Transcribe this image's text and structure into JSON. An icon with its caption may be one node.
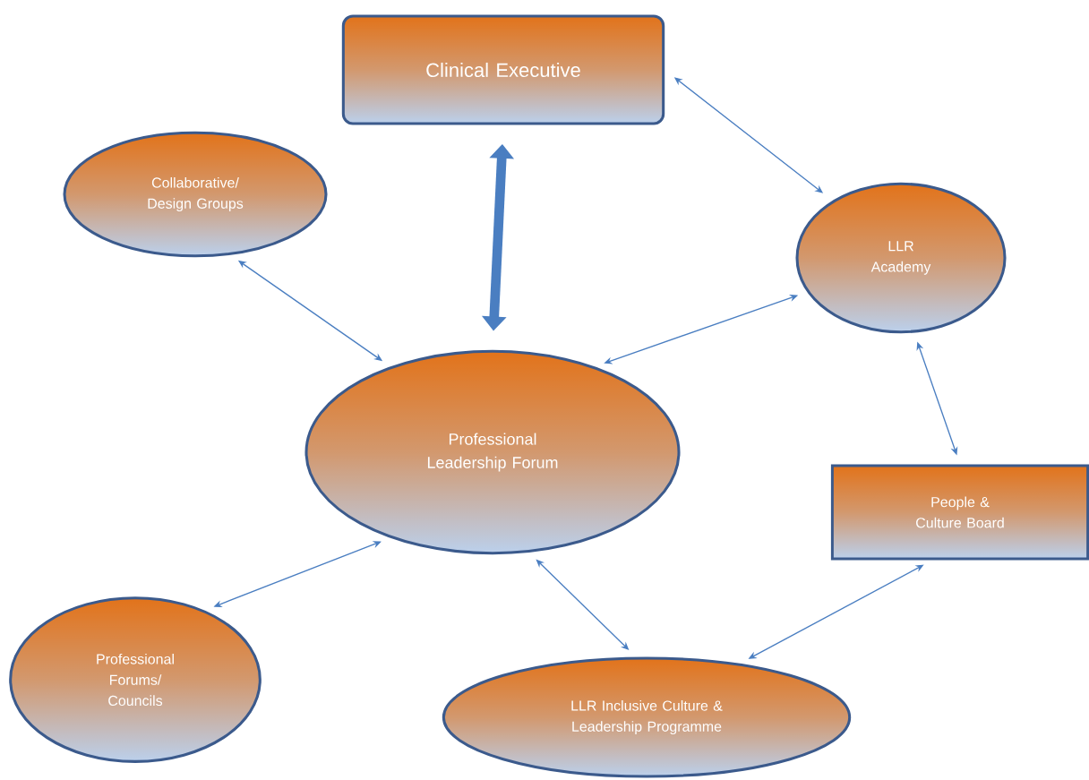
{
  "diagram": {
    "nodes": [
      {
        "text": [
          "Clinical Executive"
        ]
      },
      {
        "text": [
          "Collaborative/ Design Groups"
        ]
      },
      {
        "text": [
          "LLR Academy"
        ]
      },
      {
        "text": [
          "Professional Leadership Forum"
        ]
      },
      {
        "text": [
          "People & Culture Board"
        ]
      },
      {
        "text": [
          "Professional Forums/ Councils"
        ]
      },
      {
        "text": [
          "LLR Inclusive Culture & Leadership Programme"
        ]
      }
    ],
    "edges": [
      {
        "from": 0,
        "to": 3,
        "arrow": "both",
        "style": "thick"
      },
      {
        "from": 0,
        "to": 2,
        "arrow": "both"
      },
      {
        "from": 1,
        "to": 3,
        "arrow": "both"
      },
      {
        "from": 3,
        "to": 2,
        "arrow": "both"
      },
      {
        "from": 2,
        "to": 4,
        "arrow": "both"
      },
      {
        "from": 5,
        "to": 3,
        "arrow": "both"
      },
      {
        "from": 3,
        "to": 6,
        "arrow": "both"
      },
      {
        "from": 6,
        "to": 4,
        "arrow": "both"
      }
    ]
  }
}
